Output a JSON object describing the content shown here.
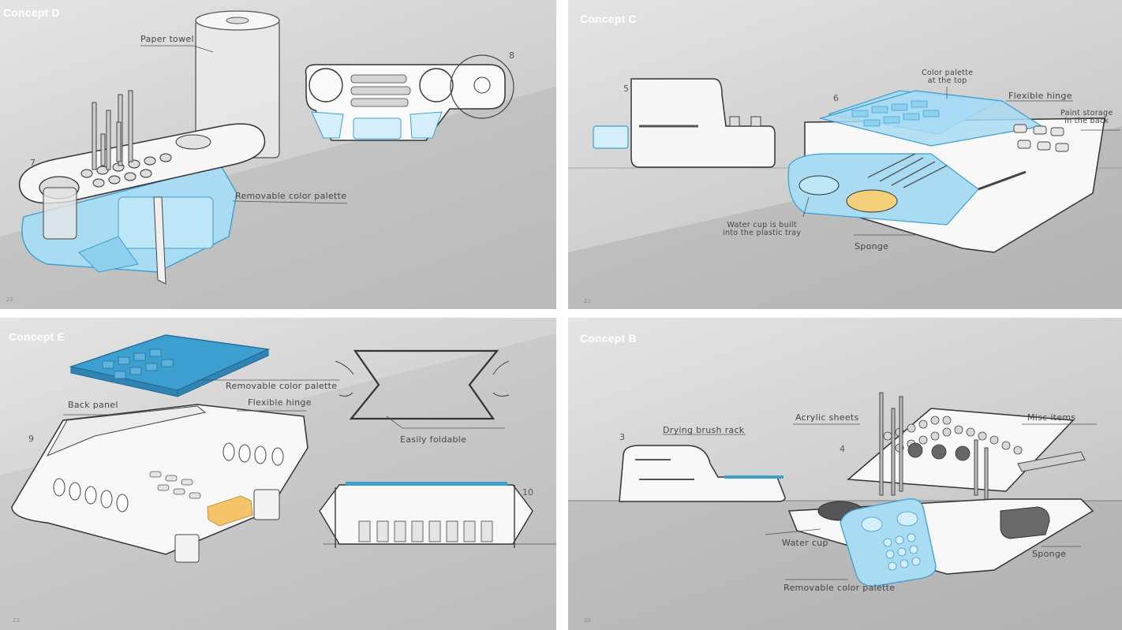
{
  "colors": {
    "accent_blue": "#a9dcf3",
    "deep_blue": "#3d9fd0",
    "sponge": "#f5c46a",
    "title": "#ffffff"
  },
  "panels": {
    "concept_d": {
      "title": "Concept D",
      "labels": {
        "paper_towel": "Paper towel",
        "removable_palette": "Removable color palette"
      },
      "numbers": [
        "7",
        "8"
      ],
      "page": "22"
    },
    "concept_c": {
      "title": "Concept C",
      "labels": {
        "color_palette_top": "Color palette\nat the top",
        "flexible_hinge": "Flexible hinge",
        "paint_storage": "Paint storage\nin the back",
        "water_cup": "Water cup is built\ninto the plastic tray",
        "sponge": "Sponge"
      },
      "numbers": [
        "5",
        "6"
      ],
      "page": "21"
    },
    "concept_e": {
      "title": "Concept E",
      "labels": {
        "removable_palette": "Removable color palette",
        "back_panel": "Back panel",
        "flexible_hinge": "Flexible hinge",
        "easily_foldable": "Easily foldable"
      },
      "numbers": [
        "9",
        "10"
      ],
      "page": "23"
    },
    "concept_b": {
      "title": "Concept B",
      "labels": {
        "drying_rack": "Drying brush rack",
        "acrylic_sheets": "Acrylic sheets",
        "misc_items": "Misc items",
        "water_cup": "Water cup",
        "sponge": "Sponge",
        "removable_palette": "Removable color palette"
      },
      "numbers": [
        "3",
        "4"
      ],
      "page": "20"
    }
  }
}
